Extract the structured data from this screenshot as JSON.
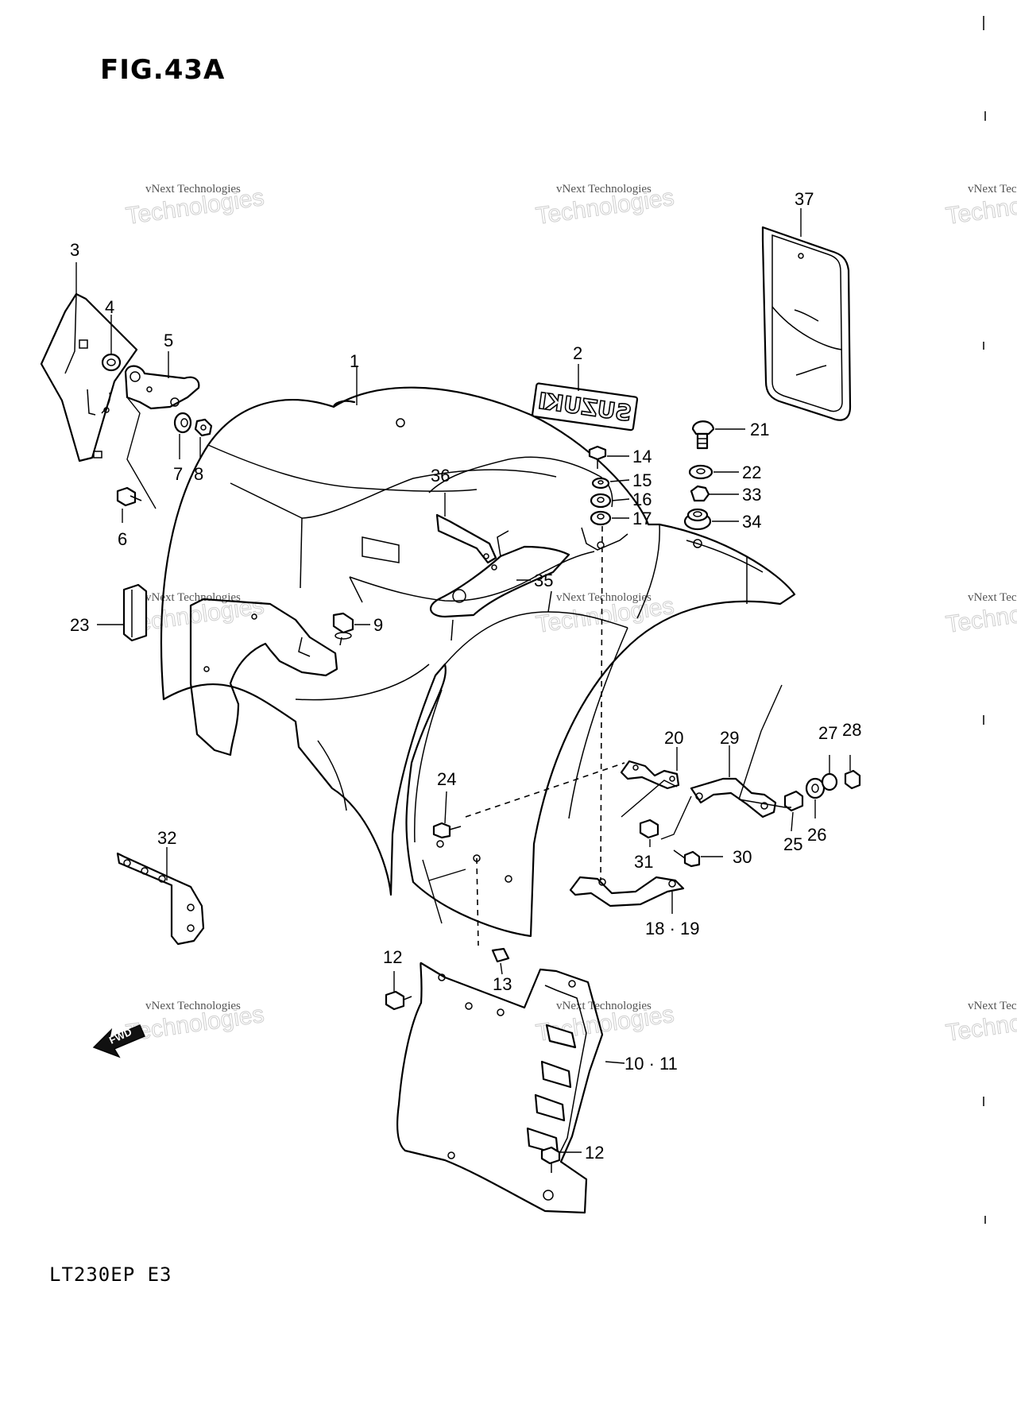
{
  "figure_title": "FIG.43A",
  "model_code": "LT230EP  E3",
  "decal_text": "SUZUKI",
  "forward_label": "FWD",
  "watermark": {
    "line1": "vNext Technologies",
    "line2": "Technologies"
  },
  "callouts": {
    "p1": "1",
    "p2": "2",
    "p3": "3",
    "p4": "4",
    "p5": "5",
    "p6": "6",
    "p7": "7",
    "p8": "8",
    "p9": "9",
    "p10_11": "10 · 11",
    "p12a": "12",
    "p12b": "12",
    "p13": "13",
    "p14": "14",
    "p15": "15",
    "p16": "16",
    "p17": "17",
    "p18_19": "18 · 19",
    "p20": "20",
    "p21": "21",
    "p22": "22",
    "p23": "23",
    "p24": "24",
    "p25": "25",
    "p26": "26",
    "p27": "27",
    "p28": "28",
    "p29": "29",
    "p30": "30",
    "p31": "31",
    "p32": "32",
    "p33": "33",
    "p34": "34",
    "p35": "35",
    "p36": "36",
    "p37": "37"
  }
}
